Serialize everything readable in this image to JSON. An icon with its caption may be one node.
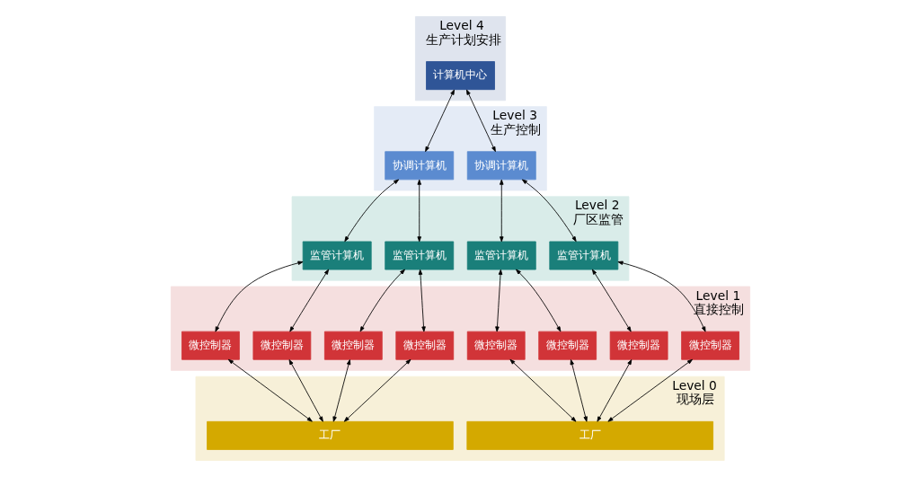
{
  "diagram": {
    "nodes": [
      {
        "text": [
          "Level 4",
          "生产计划安排"
        ]
      },
      {
        "text": [
          "计算机中心"
        ],
        "in": 0
      },
      {
        "text": [
          "Level 3",
          "生产控制"
        ]
      },
      {
        "text": [
          "协调计算机"
        ],
        "in": 2
      },
      {
        "text": [
          "协调计算机"
        ],
        "in": 2
      },
      {
        "text": [
          "Level 2",
          "厂区监管"
        ]
      },
      {
        "text": [
          "监管计算机"
        ],
        "in": 5
      },
      {
        "text": [
          "监管计算机"
        ],
        "in": 5
      },
      {
        "text": [
          "监管计算机"
        ],
        "in": 5
      },
      {
        "text": [
          "监管计算机"
        ],
        "in": 5
      },
      {
        "text": [
          "Level 1",
          "直接控制"
        ]
      },
      {
        "text": [
          "微控制器"
        ],
        "in": 10
      },
      {
        "text": [
          "微控制器"
        ],
        "in": 10
      },
      {
        "text": [
          "微控制器"
        ],
        "in": 10
      },
      {
        "text": [
          "微控制器"
        ],
        "in": 10
      },
      {
        "text": [
          "微控制器"
        ],
        "in": 10
      },
      {
        "text": [
          "微控制器"
        ],
        "in": 10
      },
      {
        "text": [
          "微控制器"
        ],
        "in": 10
      },
      {
        "text": [
          "微控制器"
        ],
        "in": 10
      },
      {
        "text": [
          "Level 0",
          "现场层"
        ]
      },
      {
        "text": [
          "工厂"
        ],
        "in": 19
      },
      {
        "text": [
          "工厂"
        ],
        "in": 19
      }
    ],
    "edges": [
      {
        "from": 1,
        "to": 3,
        "arrow": "both"
      },
      {
        "from": 1,
        "to": 4,
        "arrow": "both"
      },
      {
        "from": 3,
        "to": 6,
        "arrow": "both"
      },
      {
        "from": 3,
        "to": 7,
        "arrow": "both"
      },
      {
        "from": 4,
        "to": 8,
        "arrow": "both"
      },
      {
        "from": 4,
        "to": 9,
        "arrow": "both"
      },
      {
        "from": 6,
        "to": 11,
        "arrow": "both"
      },
      {
        "from": 6,
        "to": 12,
        "arrow": "both"
      },
      {
        "from": 7,
        "to": 13,
        "arrow": "both"
      },
      {
        "from": 7,
        "to": 14,
        "arrow": "both"
      },
      {
        "from": 8,
        "to": 15,
        "arrow": "both"
      },
      {
        "from": 8,
        "to": 16,
        "arrow": "both"
      },
      {
        "from": 9,
        "to": 17,
        "arrow": "both"
      },
      {
        "from": 9,
        "to": 18,
        "arrow": "both"
      },
      {
        "from": 11,
        "to": 20,
        "arrow": "both"
      },
      {
        "from": 12,
        "to": 20,
        "arrow": "both"
      },
      {
        "from": 13,
        "to": 20,
        "arrow": "both"
      },
      {
        "from": 14,
        "to": 20,
        "arrow": "both"
      },
      {
        "from": 15,
        "to": 21,
        "arrow": "both"
      },
      {
        "from": 16,
        "to": 21,
        "arrow": "both"
      },
      {
        "from": 17,
        "to": 21,
        "arrow": "both"
      },
      {
        "from": 18,
        "to": 21,
        "arrow": "both"
      }
    ]
  }
}
